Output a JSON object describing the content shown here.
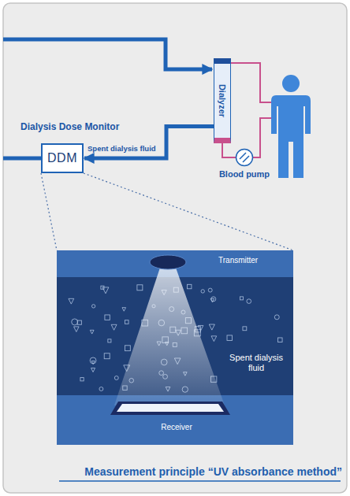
{
  "diagram": {
    "caption": "Measurement principle “UV absorbance method”",
    "nodes": [
      {
        "text": [
          "Dialysis Dose Monitor",
          "DDM"
        ]
      },
      {
        "text": [
          "Dialyzer"
        ]
      },
      {
        "text": [
          "Blood pump"
        ]
      },
      {
        "text": [
          "Spent dialysis fluid"
        ]
      },
      {
        "text": [
          "Transmitter"
        ],
        "in": 3
      },
      {
        "text": [
          "Receiver"
        ],
        "in": 3
      }
    ],
    "edges": [
      {
        "from": 1,
        "to": 0,
        "arrow": "to",
        "label": "Spent dialysis fluid"
      },
      {
        "from": 2,
        "to": 1,
        "arrow": "none"
      },
      {
        "from": 0,
        "to": 3,
        "arrow": "none"
      }
    ]
  }
}
